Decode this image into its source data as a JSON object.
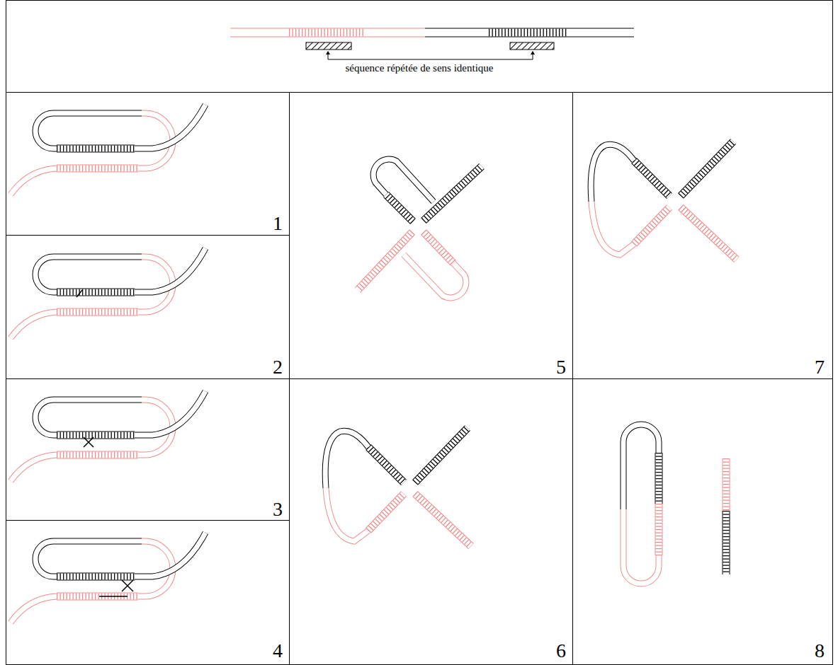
{
  "diagram": {
    "labels": [
      "séquence répétée de sens identique",
      "1",
      "2",
      "3",
      "4",
      "5",
      "6",
      "7",
      "8"
    ]
  }
}
